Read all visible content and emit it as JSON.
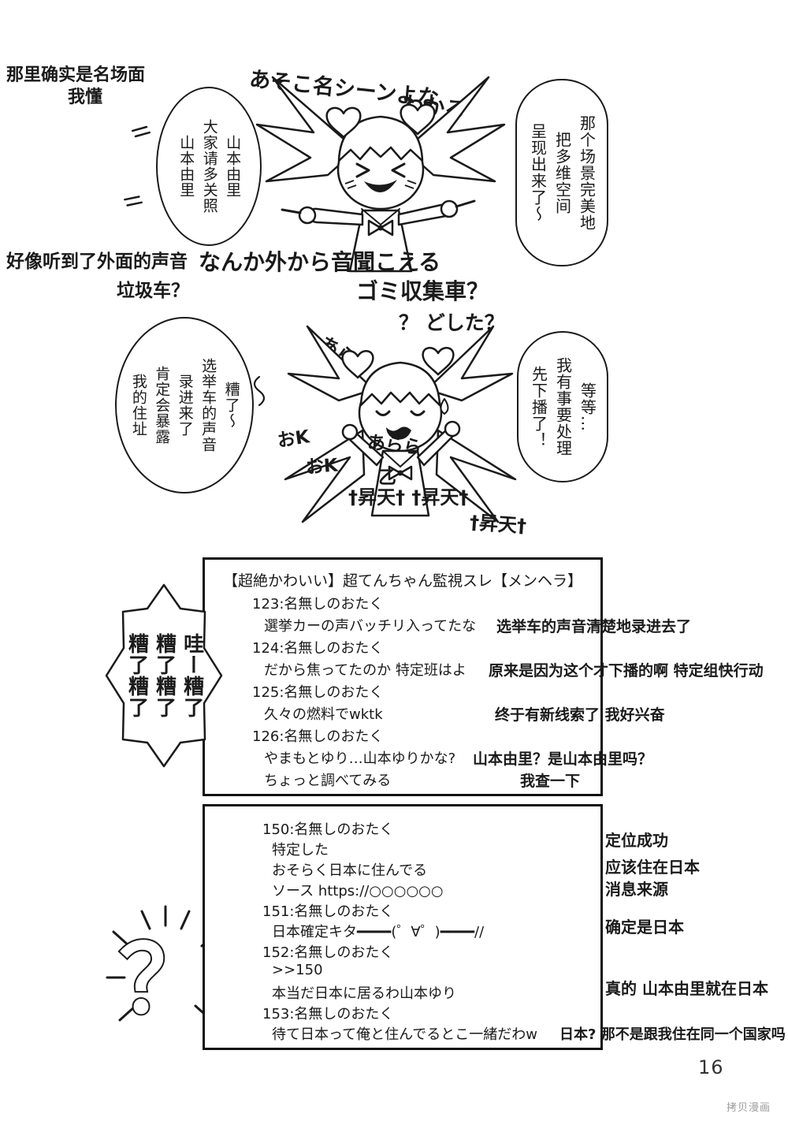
{
  "colors": {
    "ink": "#1a1a1a",
    "paper": "#ffffff",
    "watermark_gray": "#9a9a9a"
  },
  "page": {
    "number": "16",
    "watermark": "拷贝漫画"
  },
  "panel1": {
    "cn_caption_1": "那里确实是名场面",
    "cn_caption_2": "我懂",
    "jp_handwritten_1": "あそこ名シーンよな",
    "jp_handwritten_2": "わかる",
    "bubble_left": "山本由里\n大家请多关照\n山本由里",
    "bubble_right": "那个场景完美地\n把多维空间\n呈现出来了〜"
  },
  "transition": {
    "cn_line": "好像听到了外面的声音",
    "jp_line": "なんか外から音聞こえる",
    "cn_truck": "垃圾车？",
    "jp_truck": "ゴミ収集車？"
  },
  "panel2": {
    "sfx_question": "？ どした？",
    "sfx_ara": "あら",
    "chat_ok1": "おK",
    "chat_ok2": "おK",
    "chat_arara": "あらら",
    "chat_otsu": "乙",
    "chat_shoten_1": "†昇天† †昇天†",
    "chat_shoten_2": "†昇天†",
    "bubble_left": "糟了〜\n选举车的声音\n录进来了\n肯定会暴露\n我的住址",
    "bubble_right": "等等…\n我有事要处理\n先下播了！"
  },
  "thread1": {
    "title": "【超絶かわいい】超てんちゃん監視スレ【メンヘラ】",
    "shock_bubble": "哇ー糟了\n糟了糟了\n糟了糟了",
    "posts": [
      {
        "jp": "123:名無しのおたく"
      },
      {
        "jp": "選挙カーの声バッチリ入ってたな",
        "cn": "选举车的声音清楚地录进去了"
      },
      {
        "jp": "124:名無しのおたく"
      },
      {
        "jp": "だから焦ってたのか 特定班はよ",
        "cn": "原来是因为这个才下播的啊 特定组快行动"
      },
      {
        "jp": "125:名無しのおたく"
      },
      {
        "jp": "久々の燃料でwktk",
        "cn": "终于有新线索了 我好兴奋"
      },
      {
        "jp": "126:名無しのおたく"
      },
      {
        "jp": "やまもとゆり…山本ゆりかな?",
        "cn": "山本由里？是山本由里吗？"
      },
      {
        "jp": "ちょっと調べてみる",
        "cn": "我查一下"
      }
    ]
  },
  "thread2": {
    "question_mark": "？",
    "posts": [
      {
        "jp": "150:名無しのおたく"
      },
      {
        "jp": "特定した"
      },
      {
        "jp": "おそらく日本に住んでる"
      },
      {
        "jp": "ソース https://○○○○○○"
      },
      {
        "jp": "151:名無しのおたく"
      },
      {
        "jp": "日本確定キタ━━━━(゜∀゜)━━━━//"
      },
      {
        "jp": "152:名無しのおたく"
      },
      {
        "jp": ">>150"
      },
      {
        "jp": "本当だ日本に居るわ山本ゆり"
      },
      {
        "jp": "153:名無しのおたく"
      },
      {
        "jp": "待て日本って俺と住んでるとこ一緒だわw",
        "cn": "日本? 那不是跟我住在同一个国家吗"
      }
    ],
    "annotations": [
      "定位成功",
      "应该住在日本",
      "消息来源",
      "确定是日本",
      "真的 山本由里就在日本"
    ]
  }
}
